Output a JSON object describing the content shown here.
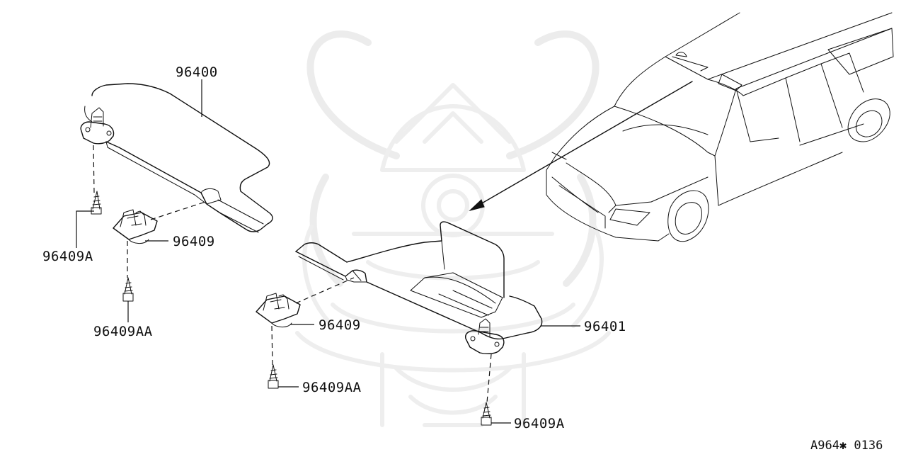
{
  "diagram": {
    "callouts": {
      "visor_left": "96400",
      "visor_right": "96401",
      "holder_left": "96409",
      "holder_right": "96409",
      "screw_left_a": "96409A",
      "screw_left_aa": "96409AA",
      "screw_right_aa": "96409AA",
      "screw_right_a": "96409A"
    },
    "drawing_code": "A964✱ 0136"
  }
}
